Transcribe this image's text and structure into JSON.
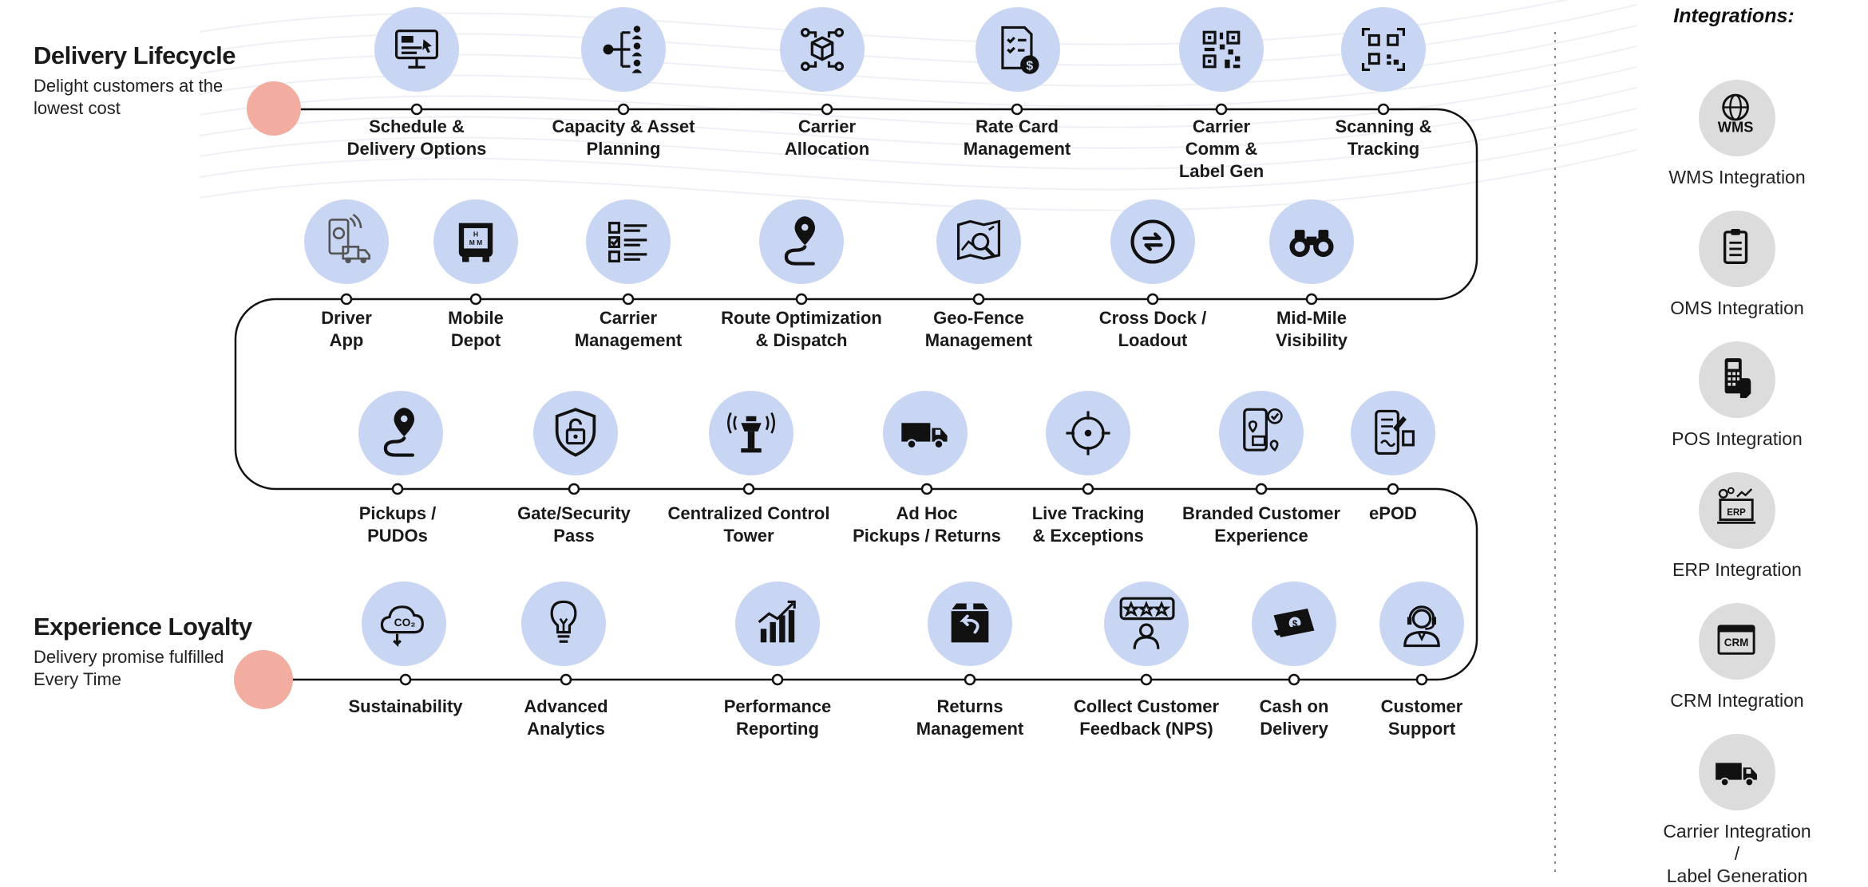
{
  "lifecycle": {
    "title": "Delivery Lifecycle",
    "subtitle_line1": "Delight customers at the",
    "subtitle_line2": "lowest cost"
  },
  "loyalty": {
    "title": "Experience Loyalty",
    "subtitle_line1": "Delivery promise fulfilled",
    "subtitle_line2": "Every Time"
  },
  "rows": [
    [
      {
        "label": [
          "Schedule &",
          "Delivery Options"
        ],
        "icon": "computer-icon"
      },
      {
        "label": [
          "Capacity & Asset",
          "Planning"
        ],
        "icon": "hierarchy-icon"
      },
      {
        "label": [
          "Carrier",
          "Allocation"
        ],
        "icon": "package-network-icon"
      },
      {
        "label": [
          "Rate Card",
          "Management"
        ],
        "icon": "invoice-dollar-icon"
      },
      {
        "label": [
          "Carrier",
          "Comm &",
          "Label Gen"
        ],
        "icon": "qr-code-icon"
      },
      {
        "label": [
          "Scanning &",
          "Tracking"
        ],
        "icon": "qr-scan-icon"
      }
    ],
    [
      {
        "label": [
          "Driver",
          "App"
        ],
        "icon": "driver-app-icon"
      },
      {
        "label": [
          "Mobile",
          "Depot"
        ],
        "icon": "mobile-depot-icon"
      },
      {
        "label": [
          "Carrier",
          "Management"
        ],
        "icon": "checklist-icon"
      },
      {
        "label": [
          "Route Optimization",
          "& Dispatch"
        ],
        "icon": "route-pin-icon"
      },
      {
        "label": [
          "Geo-Fence",
          "Management"
        ],
        "icon": "map-search-icon"
      },
      {
        "label": [
          "Cross Dock /",
          "Loadout"
        ],
        "icon": "exchange-arrows-icon"
      },
      {
        "label": [
          "Mid-Mile",
          "Visibility"
        ],
        "icon": "binoculars-icon"
      }
    ],
    [
      {
        "label": [
          "Pickups /",
          "PUDOs"
        ],
        "icon": "route-pin-icon"
      },
      {
        "label": [
          "Gate/Security",
          "Pass"
        ],
        "icon": "shield-lock-icon"
      },
      {
        "label": [
          "Centralized Control",
          "Tower"
        ],
        "icon": "control-tower-icon"
      },
      {
        "label": [
          "Ad Hoc",
          "Pickups / Returns"
        ],
        "icon": "truck-icon"
      },
      {
        "label": [
          "Live Tracking",
          "& Exceptions"
        ],
        "icon": "target-icon"
      },
      {
        "label": [
          "Branded Customer",
          "Experience"
        ],
        "icon": "phone-map-icon"
      },
      {
        "label": [
          "ePOD"
        ],
        "icon": "phone-signature-icon"
      }
    ],
    [
      {
        "label": [
          "Sustainability"
        ],
        "icon": "co2-cloud-icon"
      },
      {
        "label": [
          "Advanced",
          "Analytics"
        ],
        "icon": "lightbulb-icon"
      },
      {
        "label": [
          "Performance Reporting"
        ],
        "icon": "bar-chart-icon"
      },
      {
        "label": [
          "Returns",
          "Management"
        ],
        "icon": "return-box-icon"
      },
      {
        "label": [
          "Collect Customer",
          "Feedback (NPS)"
        ],
        "icon": "feedback-stars-icon"
      },
      {
        "label": [
          "Cash on",
          "Delivery"
        ],
        "icon": "cash-icon"
      },
      {
        "label": [
          "Customer",
          "Support"
        ],
        "icon": "headset-agent-icon"
      }
    ]
  ],
  "integrations": {
    "title": "Integrations:",
    "items": [
      {
        "label": [
          "WMS Integration"
        ],
        "icon": "wms-globe-icon"
      },
      {
        "label": [
          "OMS Integration"
        ],
        "icon": "clipboard-icon"
      },
      {
        "label": [
          "POS Integration"
        ],
        "icon": "pos-terminal-icon"
      },
      {
        "label": [
          "ERP Integration"
        ],
        "icon": "erp-screen-icon"
      },
      {
        "label": [
          "CRM Integration"
        ],
        "icon": "crm-window-icon"
      },
      {
        "label": [
          "Carrier Integration /",
          "Label Generation"
        ],
        "icon": "truck-icon"
      }
    ]
  },
  "colors": {
    "accent_dot": "#f2ada0",
    "icon_bg": "#c9d6f3",
    "integration_bg": "#dcdcdc",
    "path": "#111111"
  }
}
